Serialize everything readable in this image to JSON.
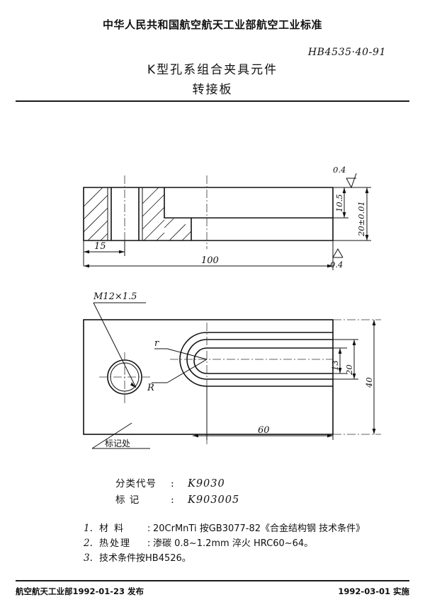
{
  "header": {
    "ministry": "中华人民共和国航空航天工业部航空工业标准",
    "standard_number": "HB4535·40-91",
    "title_main": "K型孔系组合夹具元件",
    "title_sub": "转接板"
  },
  "drawing": {
    "top_view": {
      "dim_15": "15",
      "dim_100": "100",
      "dim_10_5": "10.5",
      "dim_20_tol": "20±0.01",
      "roughness_top": "0.4",
      "roughness_bottom": "0.4"
    },
    "plan_view": {
      "thread_label": "M12×1.5",
      "radius_small": "r",
      "radius_large": "R",
      "mark_note": "标记处",
      "dim_60": "60",
      "dim_13": "13",
      "dim_20": "20",
      "dim_40": "40"
    }
  },
  "spec": {
    "rows": [
      {
        "label": "分类代号",
        "colon": ":",
        "value": "K9030"
      },
      {
        "label": "标    记",
        "colon": ":",
        "value": "K903005"
      }
    ]
  },
  "notes": [
    {
      "num": "1.",
      "key": "材  料",
      "sep": ":",
      "body": "20CrMnTi  按GB3077-82《合金结构钢 技术条件》"
    },
    {
      "num": "2.",
      "key": "热处理",
      "sep": ":",
      "body": "渗碳 0.8~1.2mm   淬火 HRC60~64。"
    },
    {
      "num": "3.",
      "key": "",
      "sep": "",
      "body": "技术条件按HB4526。"
    }
  ],
  "footer": {
    "left": "航空航天工业部1992-01-23   发布",
    "right": "1992-03-01 实施"
  }
}
